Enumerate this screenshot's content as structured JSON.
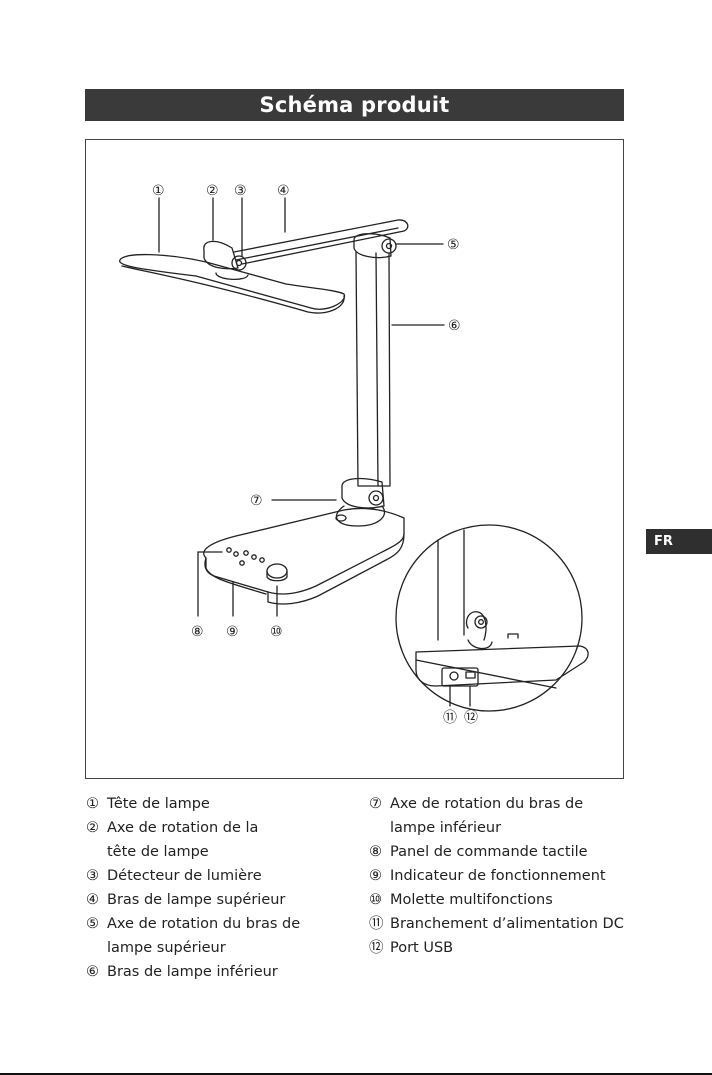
{
  "title": "Schéma produit",
  "lang_tab": "FR",
  "callouts": [
    "①",
    "②",
    "③",
    "④",
    "⑤",
    "⑥",
    "⑦",
    "⑧",
    "⑨",
    "⑩",
    "⑪",
    "⑫"
  ],
  "legend_left": [
    {
      "num": "①",
      "text": "Tête de lampe"
    },
    {
      "num": "②",
      "text": "Axe de rotation de la"
    },
    {
      "num": "",
      "text": "tête de lampe"
    },
    {
      "num": "③",
      "text": "Détecteur de lumière"
    },
    {
      "num": "④",
      "text": "Bras de lampe supérieur"
    },
    {
      "num": "⑤",
      "text": "Axe de rotation du bras de"
    },
    {
      "num": "",
      "text": "lampe supérieur"
    },
    {
      "num": "⑥",
      "text": "Bras de lampe inférieur"
    }
  ],
  "legend_right": [
    {
      "num": "⑦",
      "text": "Axe de rotation du bras de"
    },
    {
      "num": "",
      "text": "lampe inférieur"
    },
    {
      "num": "⑧",
      "text": "Panel de commande tactile"
    },
    {
      "num": "⑨",
      "text": "Indicateur de fonctionnement"
    },
    {
      "num": "⑩",
      "text": "Molette multifonctions"
    },
    {
      "num": "⑪",
      "text": "Branchement d’alimentation DC"
    },
    {
      "num": "⑫",
      "text": "Port USB"
    }
  ]
}
